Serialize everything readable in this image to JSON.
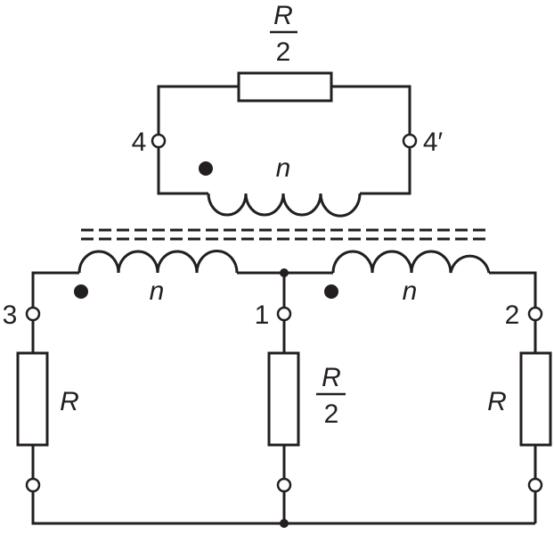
{
  "labels": {
    "top_resistor": {
      "numerator": "R",
      "denominator": "2"
    },
    "middle_resistor": {
      "numerator": "R",
      "denominator": "2"
    },
    "left_resistor": "R",
    "right_resistor": "R",
    "coil_top": "n",
    "coil_left": "n",
    "coil_right": "n",
    "terminal_1": "1",
    "terminal_2": "2",
    "terminal_3": "3",
    "terminal_4": "4",
    "terminal_4_prime": "4′"
  },
  "colors": {
    "ink": "#231f20",
    "background": "#ffffff"
  }
}
